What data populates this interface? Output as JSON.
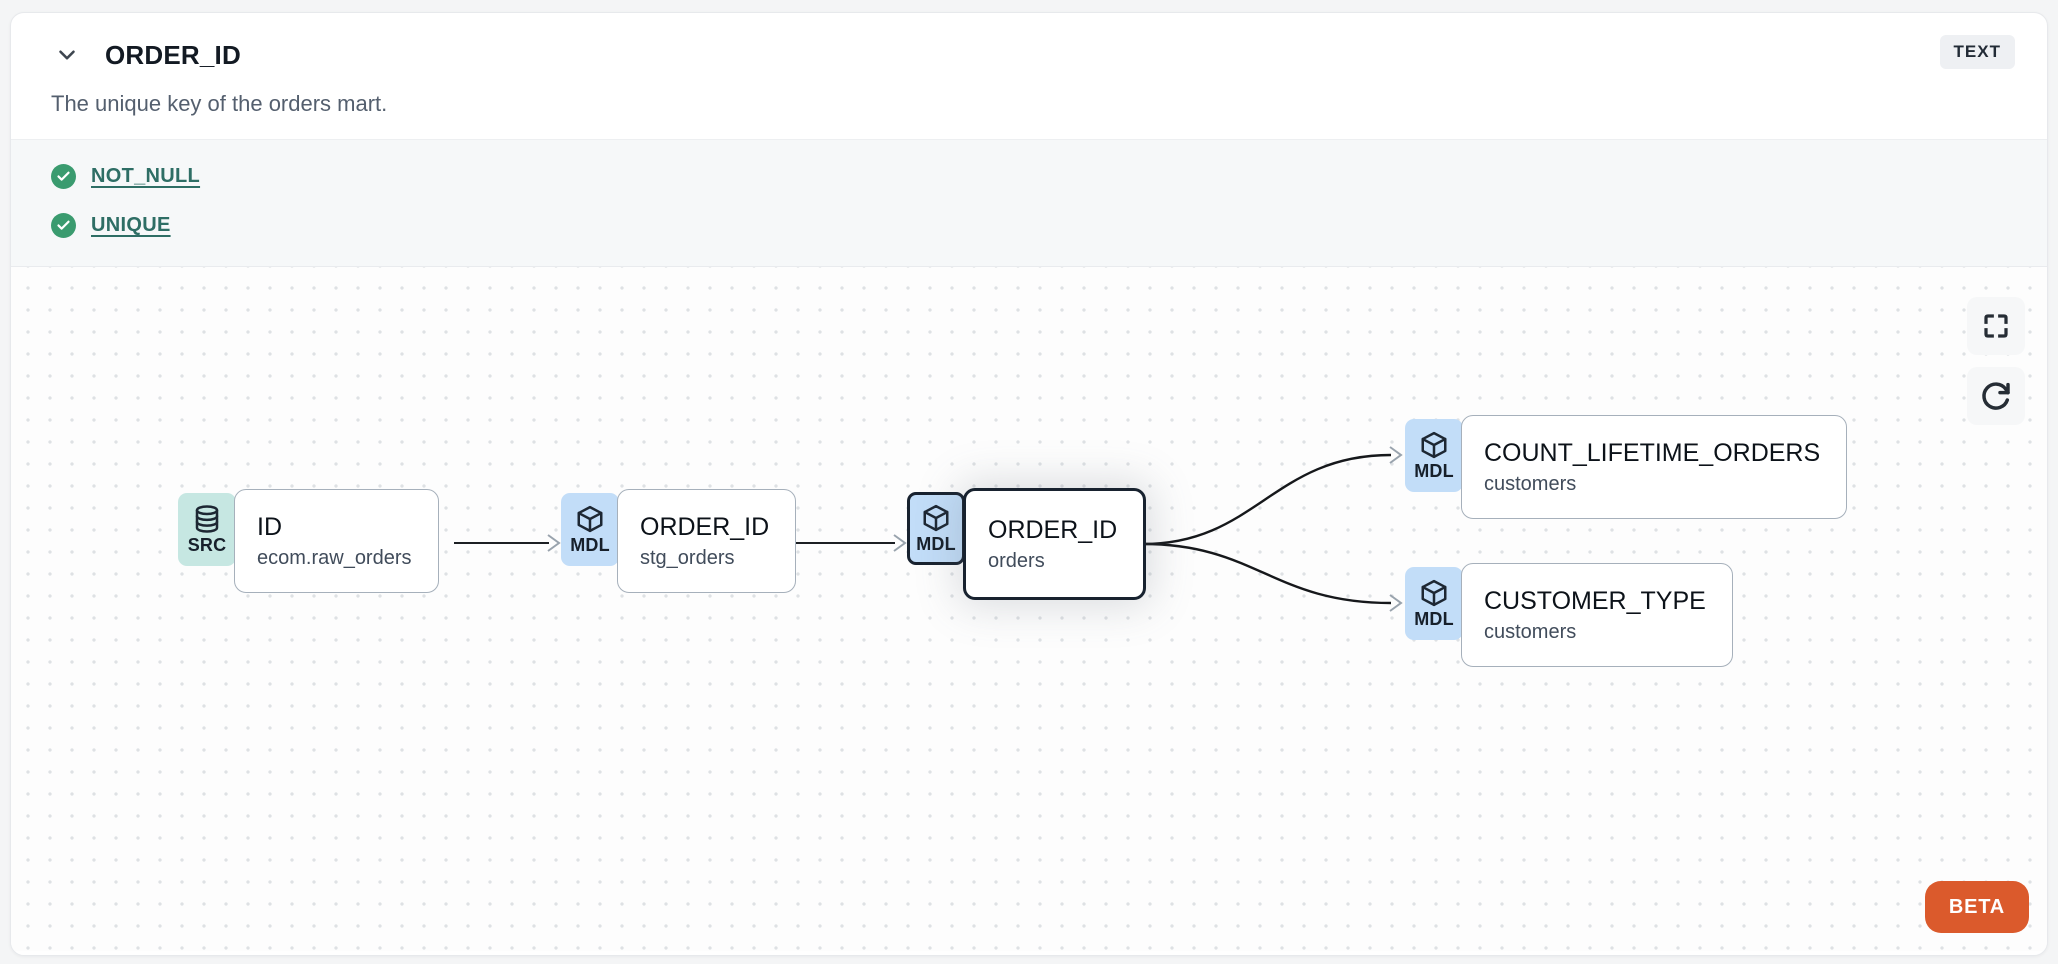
{
  "header": {
    "title": "ORDER_ID",
    "description": "The unique key of the orders mart.",
    "type_badge": "TEXT"
  },
  "tests": {
    "items": [
      {
        "label": "NOT_NULL",
        "status": "pass"
      },
      {
        "label": "UNIQUE",
        "status": "pass"
      }
    ]
  },
  "lineage": {
    "beta_label": "BETA",
    "nodes": [
      {
        "kind": "SRC",
        "title": "ID",
        "subtitle": "ecom.raw_orders",
        "selected": false
      },
      {
        "kind": "MDL",
        "title": "ORDER_ID",
        "subtitle": "stg_orders",
        "selected": false
      },
      {
        "kind": "MDL",
        "title": "ORDER_ID",
        "subtitle": "orders",
        "selected": true
      },
      {
        "kind": "MDL",
        "title": "COUNT_LIFETIME_ORDERS",
        "subtitle": "customers",
        "selected": false
      },
      {
        "kind": "MDL",
        "title": "CUSTOMER_TYPE",
        "subtitle": "customers",
        "selected": false
      }
    ]
  },
  "colors": {
    "beta_badge": "#DB5A2C",
    "test_pass_green": "#3A9B6F",
    "test_link_teal": "#2E6E65",
    "source_tab": "#C6E7E2",
    "model_tab": "#C2DDF8",
    "selected_border": "#18222F",
    "node_border": "#A6B0BB",
    "edge_stroke": "#1C1F23",
    "canvas_dot": "#DEE1E4"
  }
}
